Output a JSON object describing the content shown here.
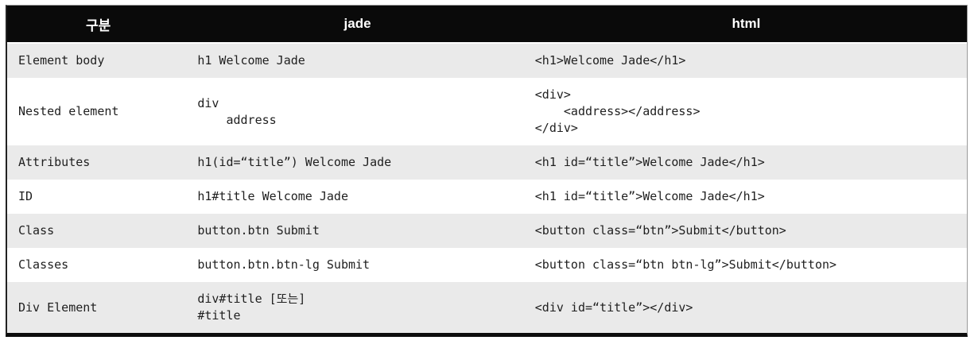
{
  "table": {
    "headers": [
      {
        "label": "구분"
      },
      {
        "label": "jade"
      },
      {
        "label": "html"
      }
    ],
    "rows": [
      {
        "category": "Element body",
        "jade": "h1 Welcome Jade",
        "html": "<h1>Welcome Jade</h1>"
      },
      {
        "category": "Nested element",
        "jade": "div\n    address",
        "html": "<div>\n    <address></address>\n</div>"
      },
      {
        "category": "Attributes",
        "jade": "h1(id=“title”) Welcome Jade",
        "html": "<h1 id=“title”>Welcome Jade</h1>"
      },
      {
        "category": "ID",
        "jade": "h1#title Welcome Jade",
        "html": "<h1 id=“title”>Welcome Jade</h1>"
      },
      {
        "category": "Class",
        "jade": "button.btn Submit",
        "html": "<button class=“btn”>Submit</button>"
      },
      {
        "category": "Classes",
        "jade": "button.btn.btn-lg Submit",
        "html": "<button class=“btn btn-lg”>Submit</button>"
      },
      {
        "category": "Div Element",
        "jade": "div#title [또는]\n#title",
        "html": "<div id=“title”></div>"
      }
    ],
    "colors": {
      "header_bg": "#0a0a0a",
      "header_text": "#ffffff",
      "row_alt_bg": "#eaeaea",
      "row_bg": "#ffffff",
      "text": "#1f1f1f",
      "bottom_border": "#0d0d0d"
    }
  }
}
